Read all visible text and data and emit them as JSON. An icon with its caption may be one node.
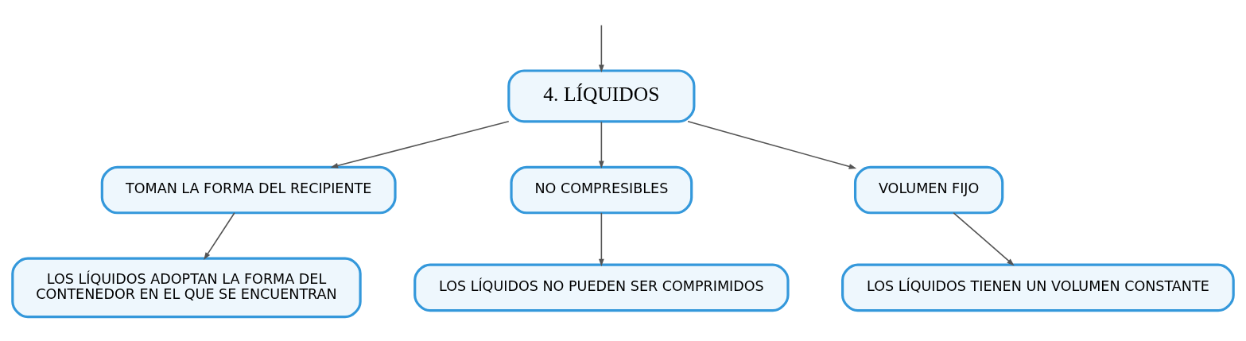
{
  "diagram": {
    "nodes": [
      {
        "text": [
          "4. LÍQUIDOS"
        ]
      },
      {
        "text": [
          "TOMAN LA FORMA DEL RECIPIENTE"
        ]
      },
      {
        "text": [
          "NO COMPRESIBLES"
        ]
      },
      {
        "text": [
          "VOLUMEN FIJO"
        ]
      },
      {
        "text": [
          "LOS LÍQUIDOS ADOPTAN LA FORMA DEL CONTENEDOR EN EL QUE SE ENCUENTRAN"
        ]
      },
      {
        "text": [
          "LOS LÍQUIDOS NO PUEDEN SER COMPRIMIDOS"
        ]
      },
      {
        "text": [
          "LOS LÍQUIDOS TIENEN UN VOLUMEN CONSTANTE"
        ]
      }
    ],
    "edges": [
      {
        "from": null,
        "to": 0,
        "arrow": "to"
      },
      {
        "from": 0,
        "to": 1,
        "arrow": "to"
      },
      {
        "from": 0,
        "to": 2,
        "arrow": "to"
      },
      {
        "from": 0,
        "to": 3,
        "arrow": "to"
      },
      {
        "from": 1,
        "to": 4,
        "arrow": "to"
      },
      {
        "from": 2,
        "to": 5,
        "arrow": "to"
      },
      {
        "from": 3,
        "to": 6,
        "arrow": "to"
      }
    ]
  }
}
